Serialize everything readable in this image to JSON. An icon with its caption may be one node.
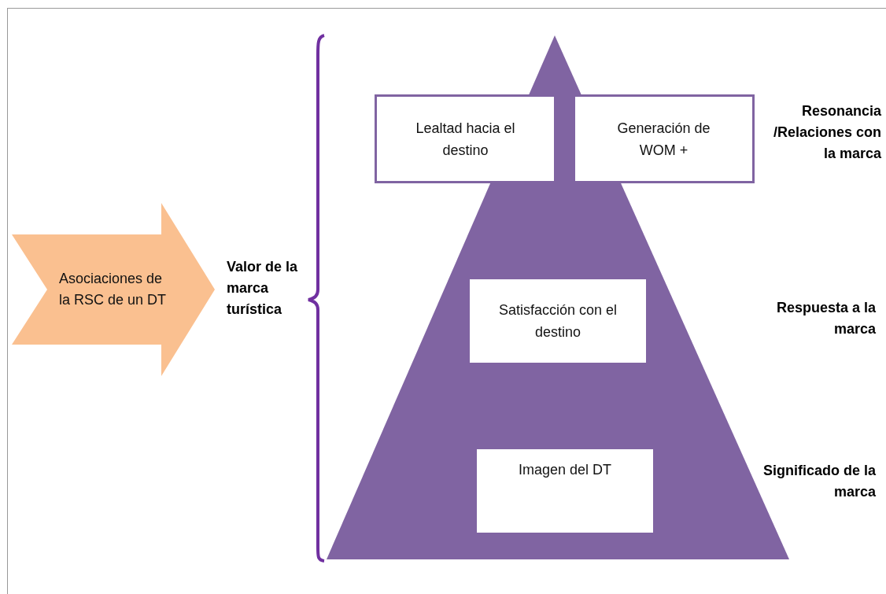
{
  "diagram": {
    "nodes": [
      {
        "text": [
          "Asociaciones de la RSC de un DT"
        ]
      },
      {
        "text": [],
        "shape": "triangle"
      },
      {
        "text": [
          "Lealtad hacia el destino"
        ]
      },
      {
        "text": [
          "Generación de WOM +"
        ]
      },
      {
        "text": [
          "Satisfacción con el destino"
        ],
        "in": 1
      },
      {
        "text": [
          "Imagen del DT"
        ],
        "in": 1
      }
    ],
    "labels": [
      "Valor de la marca turística",
      "Resonancia /Relaciones con la marca",
      "Respuesta a la marca",
      "Significado de la marca"
    ]
  }
}
